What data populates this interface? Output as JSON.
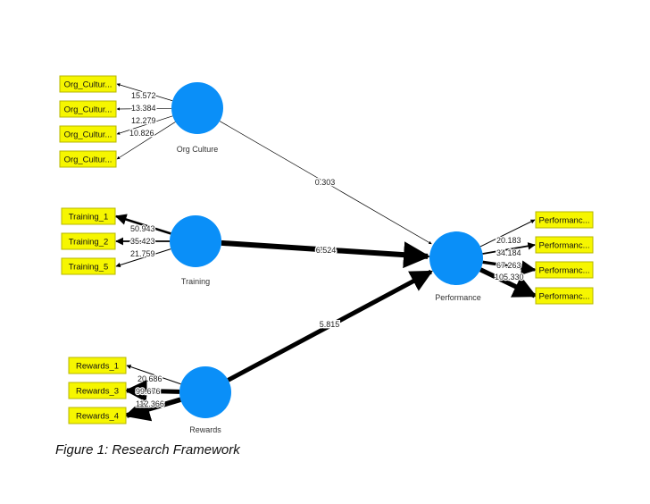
{
  "figure": {
    "caption": "Figure 1: Research Framework"
  },
  "colors": {
    "construct": "#0a8ff8",
    "indicator_fill": "#f6f600",
    "indicator_border": "#b7b700",
    "edge": "#000000"
  },
  "constructs": [
    {
      "id": "org",
      "label": "Org Culture"
    },
    {
      "id": "training",
      "label": "Training"
    },
    {
      "id": "rewards",
      "label": "Rewards"
    },
    {
      "id": "performance",
      "label": "Performance"
    }
  ],
  "indicators": [
    {
      "id": "org1",
      "label": "Org_Cultur...",
      "construct": "org",
      "loading": "15.572"
    },
    {
      "id": "org2",
      "label": "Org_Cultur...",
      "construct": "org",
      "loading": "13.384"
    },
    {
      "id": "org3",
      "label": "Org_Cultur...",
      "construct": "org",
      "loading": "12.279"
    },
    {
      "id": "org4",
      "label": "Org_Cultur...",
      "construct": "org",
      "loading": "10.826"
    },
    {
      "id": "tr1",
      "label": "Training_1",
      "construct": "training",
      "loading": "50.943"
    },
    {
      "id": "tr2",
      "label": "Training_2",
      "construct": "training",
      "loading": "35.423"
    },
    {
      "id": "tr5",
      "label": "Training_5",
      "construct": "training",
      "loading": "21.759"
    },
    {
      "id": "rw1",
      "label": "Rewards_1",
      "construct": "rewards",
      "loading": "20.686"
    },
    {
      "id": "rw3",
      "label": "Rewards_3",
      "construct": "rewards",
      "loading": "99.676"
    },
    {
      "id": "rw4",
      "label": "Rewards_4",
      "construct": "rewards",
      "loading": "112.366"
    },
    {
      "id": "pf1",
      "label": "Performanc...",
      "construct": "performance",
      "loading": "20.183"
    },
    {
      "id": "pf2",
      "label": "Performanc...",
      "construct": "performance",
      "loading": "34.184"
    },
    {
      "id": "pf3",
      "label": "Performanc...",
      "construct": "performance",
      "loading": "67.263"
    },
    {
      "id": "pf4",
      "label": "Performanc...",
      "construct": "performance",
      "loading": "105.330"
    }
  ],
  "paths": [
    {
      "from": "org",
      "to": "performance",
      "value": "0.303"
    },
    {
      "from": "training",
      "to": "performance",
      "value": "6.524"
    },
    {
      "from": "rewards",
      "to": "performance",
      "value": "5.815"
    }
  ]
}
